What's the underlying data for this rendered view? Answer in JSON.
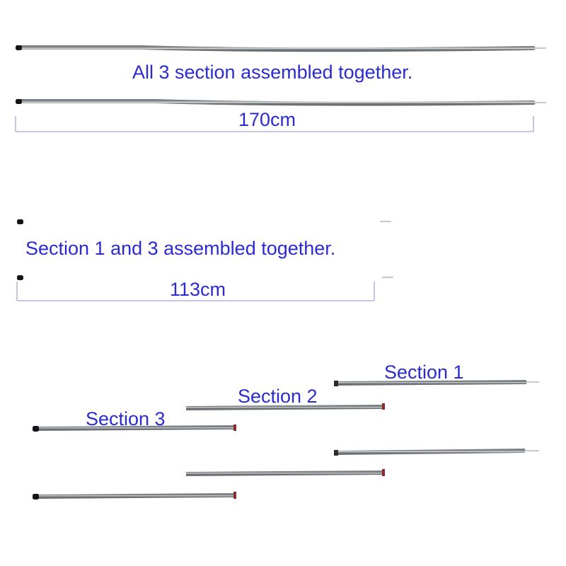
{
  "captions": {
    "full_assembly": "All 3 section assembled together.",
    "full_length": "170cm",
    "partial_assembly": "Section 1 and 3 assembled together.",
    "partial_length": "113cm",
    "section_1": "Section 1",
    "section_2": "Section 2",
    "section_3": "Section 3"
  },
  "colors": {
    "text": "#2b2bd2",
    "dimension_line": "#a9a3d8",
    "pole": "#a9aeb3",
    "pole_highlight": "#dfe2e5",
    "pole_shadow": "#6b7075",
    "end_cap": "#151515",
    "spike": "#c7cacc"
  },
  "icons": {
    "pole": "aluminium-pole-icon",
    "end_cap": "black-end-cap-icon",
    "spike": "tip-spike-icon"
  }
}
